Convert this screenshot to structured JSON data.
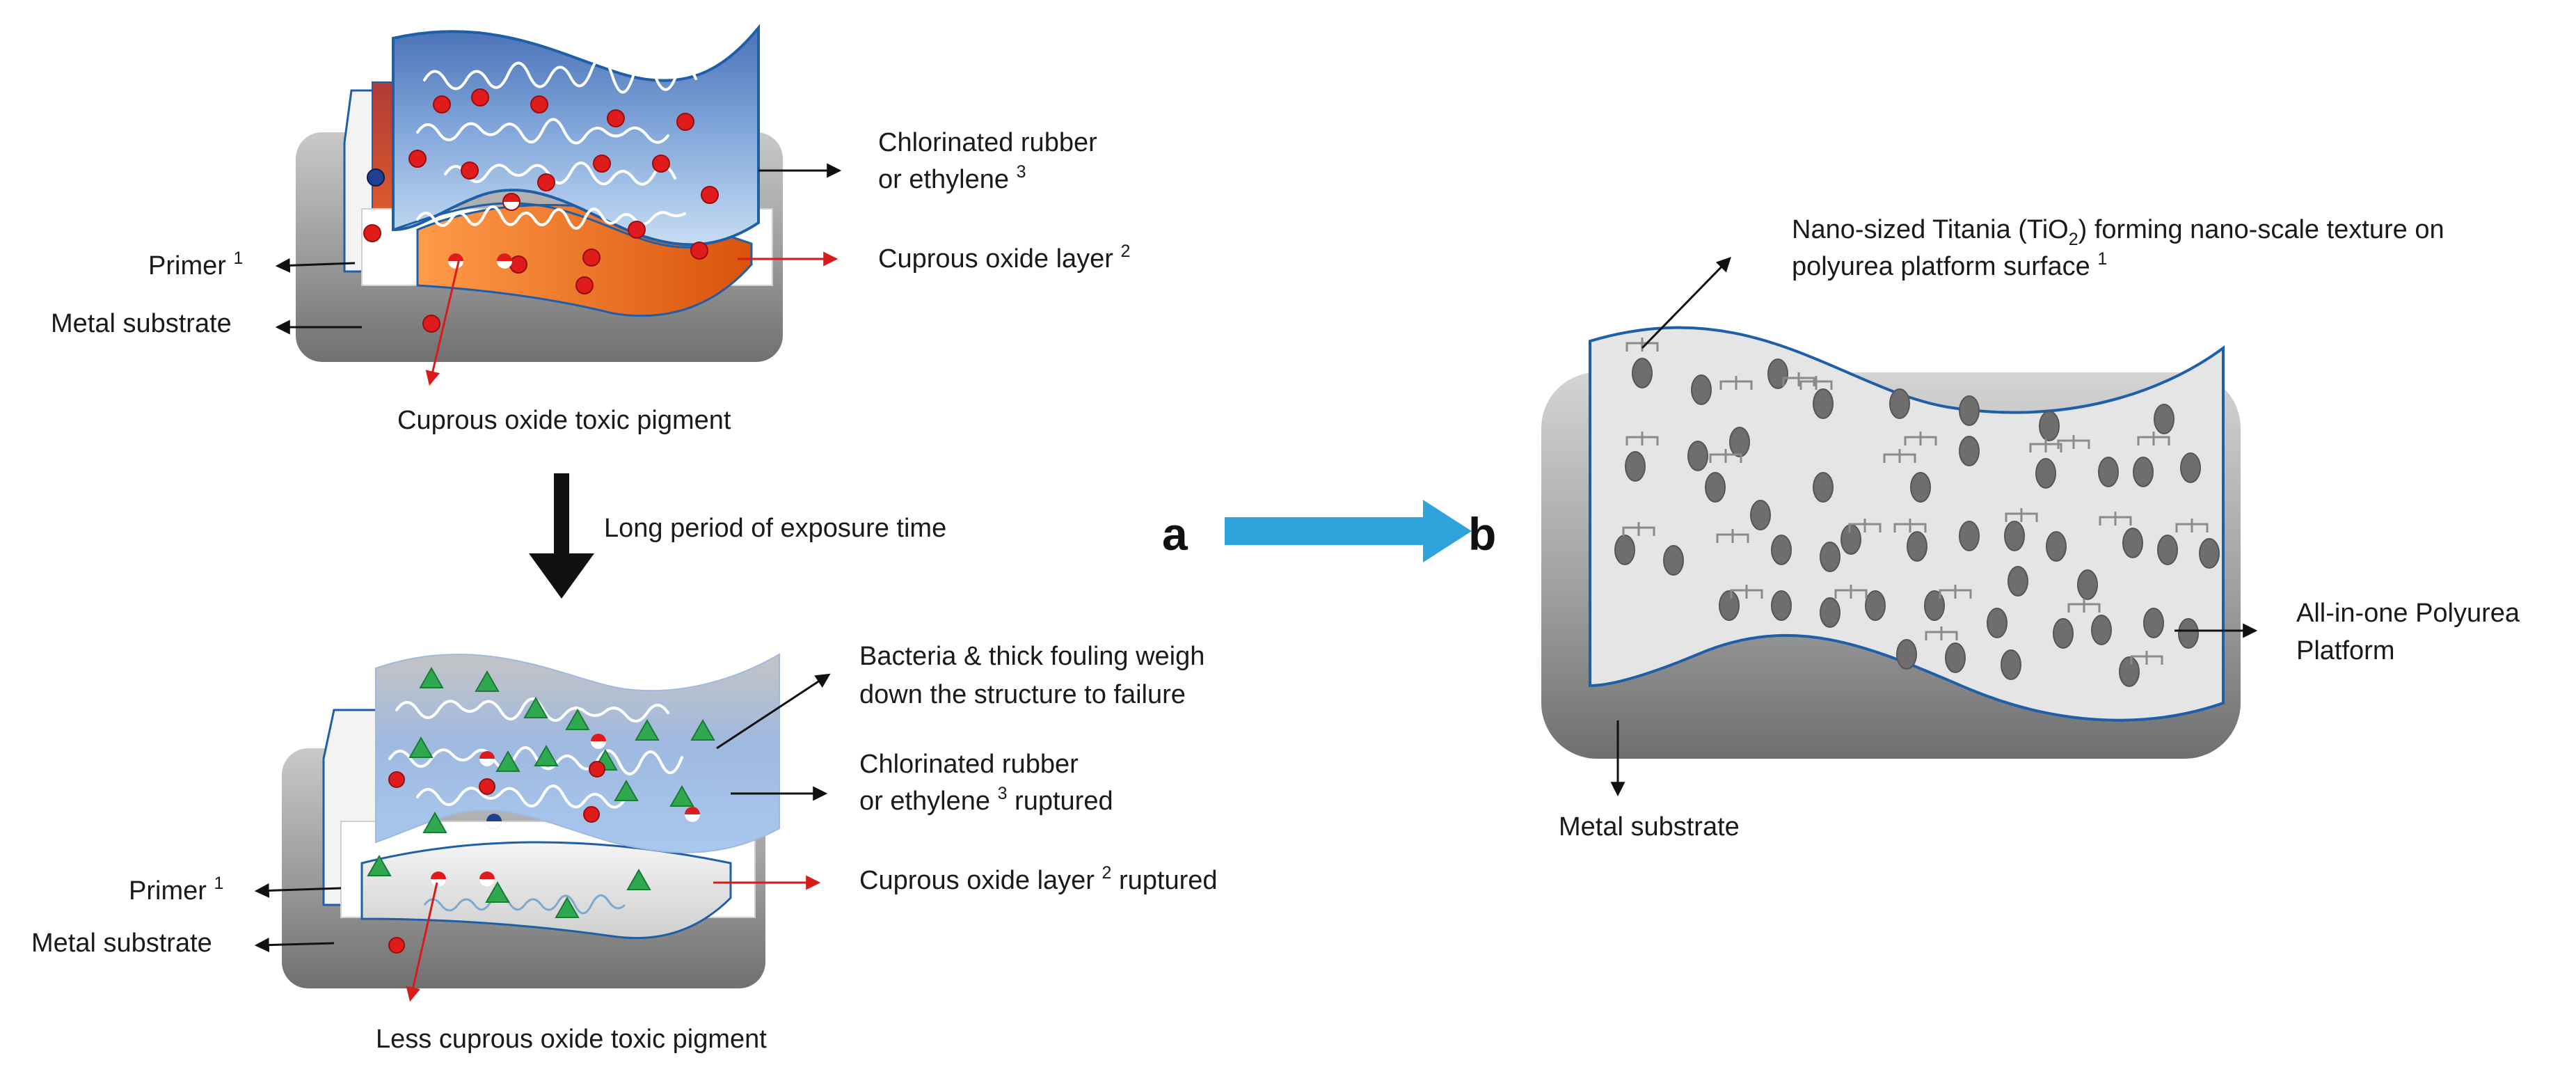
{
  "panel_a": {
    "label": "a",
    "top": {
      "label_rubber_line1": "Chlorinated rubber",
      "label_rubber_line2": "or ethylene",
      "label_rubber_ref": "3",
      "label_cuprous_layer": "Cuprous oxide layer",
      "label_cuprous_layer_ref": "2",
      "label_primer": "Primer",
      "label_primer_ref": "1",
      "label_metal": "Metal substrate",
      "label_pigment": "Cuprous oxide toxic pigment"
    },
    "transition_label": "Long period of exposure time",
    "bottom": {
      "label_bacteria_line1": "Bacteria & thick fouling weigh",
      "label_bacteria_line2": "down the structure to failure",
      "label_rubber_line1": "Chlorinated rubber",
      "label_rubber_line2a": "or ethylene",
      "label_rubber_ref": "3",
      "label_rubber_line2b": "ruptured",
      "label_cuprous_layer": "Cuprous oxide layer",
      "label_cuprous_layer_ref": "2",
      "label_cuprous_suffix": "ruptured",
      "label_primer": "Primer",
      "label_primer_ref": "1",
      "label_metal": "Metal substrate",
      "label_pigment": "Less cuprous oxide toxic pigment"
    }
  },
  "panel_b": {
    "label": "b",
    "label_titania_line1a": "Nano-sized Titania (TiO",
    "label_titania_sub": "2",
    "label_titania_line1b": ") forming nano-scale texture on",
    "label_titania_line2": "polyurea platform surface",
    "label_titania_ref": "1",
    "label_platform_line1": "All-in-one Polyurea",
    "label_platform_line2": "Platform",
    "label_metal": "Metal substrate"
  },
  "colors": {
    "arrow_blue": "#2ea3dc",
    "pigment_red": "#e01b1b",
    "fouling_green": "#2fa84f",
    "cuprous_orange": "#e8600f",
    "primer_red": "#c0392b",
    "sheet_outline": "#1f5fa8",
    "titania_gray": "#6e6e6e"
  }
}
